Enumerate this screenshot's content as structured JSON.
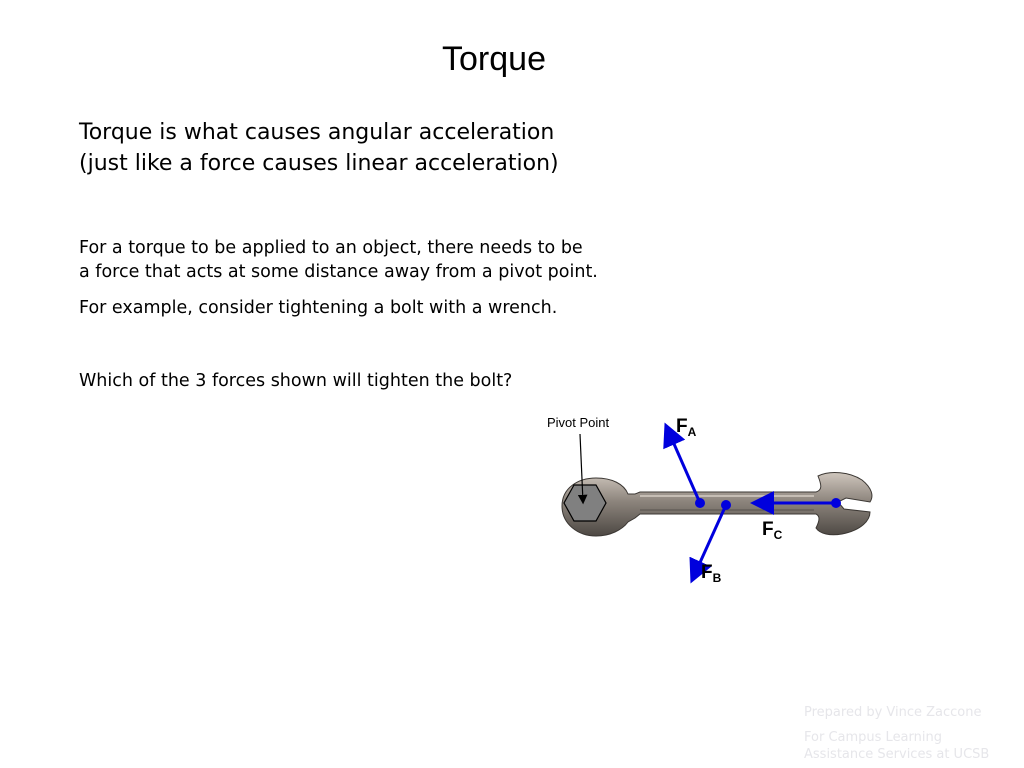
{
  "slide": {
    "title": "Torque",
    "intro": [
      "Torque is what causes angular acceleration",
      "(just like a force causes linear acceleration)"
    ],
    "para1": [
      "For a torque to be applied to an object, there needs to be",
      "a force that acts at some distance away from a pivot point."
    ],
    "para2": "For example, consider tightening a bolt with a wrench.",
    "question": "Which of the 3 forces shown will tighten the bolt?"
  },
  "diagram": {
    "pivot_label": "Pivot Point",
    "forces": {
      "a": {
        "symbol": "F",
        "subscript": "A"
      },
      "b": {
        "symbol": "F",
        "subscript": "B"
      },
      "c": {
        "symbol": "F",
        "subscript": "C"
      }
    },
    "arrow_color": "#0000dd",
    "nut_color": "#808080"
  },
  "credits": {
    "line1": "Prepared by Vince Zaccone",
    "line2": "For Campus Learning",
    "line3": "Assistance Services at UCSB"
  }
}
